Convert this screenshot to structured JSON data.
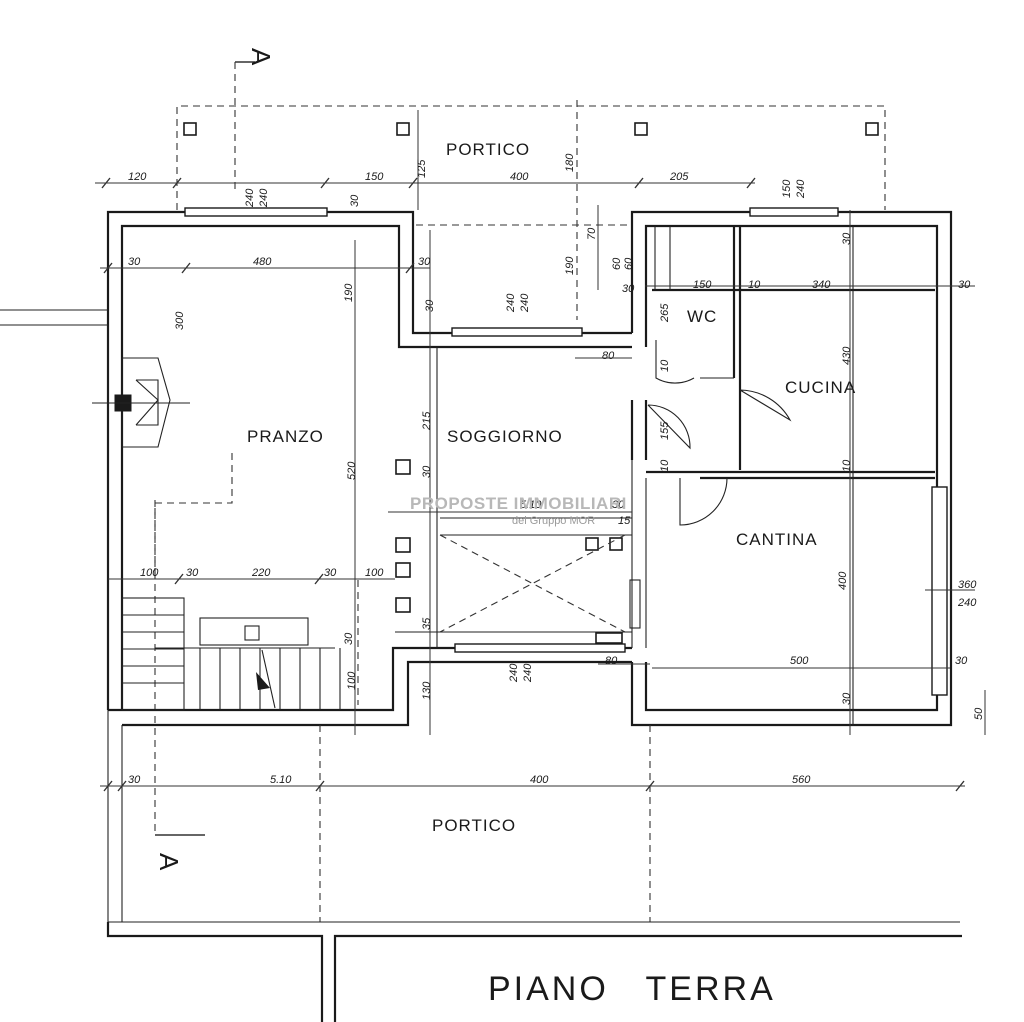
{
  "title": "PIANO   TERRA",
  "rooms": {
    "portico_top": "PORTICO",
    "pranzo": "PRANZO",
    "soggiorno": "SOGGIORNO",
    "wc": "WC",
    "cucina": "CUCINA",
    "cantina": "CANTINA",
    "portico_bottom": "PORTICO"
  },
  "section_marks": {
    "top": "A",
    "bottom": "A"
  },
  "watermark": {
    "line1": "PROPOSTE IMMOBILIARI",
    "line2": "del Gruppo MOR"
  },
  "dimensions": {
    "top_120": "120",
    "top_150": "150",
    "top_400": "400",
    "top_205": "205",
    "top_180": "180",
    "top_125": "125",
    "top_30a": "30",
    "top_30b": "30",
    "top_240a": "240",
    "top_240b": "240",
    "top_150b": "150",
    "top_240c": "240",
    "row_30l": "30",
    "row_480": "480",
    "row_30m": "30",
    "row_190a": "190",
    "row_300": "300",
    "row_190b": "190",
    "row_70": "70",
    "row_60": "60",
    "row_60b": "60",
    "row_30s": "30",
    "row_150": "150",
    "row_10": "10",
    "row_340": "340",
    "row_30r": "30",
    "row_30c": "30",
    "row_30k": "30",
    "row_240d": "240",
    "row_240e": "240",
    "row_265": "265",
    "row_430": "430",
    "row_80": "80",
    "row_10b": "10",
    "row_215": "215",
    "row_155": "155",
    "row_10c": "10",
    "row_10d": "10",
    "row_520": "520",
    "row_30e": "30",
    "row_510s": "5.10",
    "row_30f": "30",
    "row_15": "15",
    "row_100a": "100",
    "row_30g": "30",
    "row_220": "220",
    "row_30h": "30",
    "row_100b": "100",
    "row_400v": "400",
    "row_360": "360",
    "row_240f": "240",
    "row_500": "500",
    "row_80b": "80",
    "row_30i": "30",
    "row_130": "130",
    "row_240g": "240",
    "row_240h": "240",
    "row_100c": "100",
    "row_30j": "30",
    "row_50": "50",
    "row_30m2": "30",
    "row_35": "35",
    "bot_30": "30",
    "bot_510": "5.10",
    "bot_400": "400",
    "bot_560": "560"
  }
}
